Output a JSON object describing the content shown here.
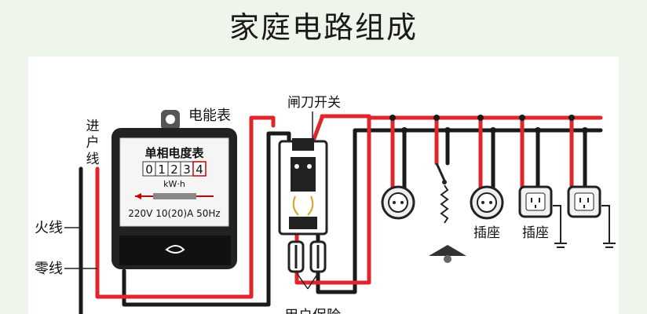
{
  "title": "家庭电路组成",
  "labels": {
    "entry_line": [
      "进",
      "户",
      "线"
    ],
    "live_wire": "火线",
    "neutral_wire": "零线",
    "meter": "电能表",
    "knife_switch": "闸刀开关",
    "socket_1": "插座",
    "socket_2": "插座",
    "user_fuse": "用户保险"
  },
  "meter_panel": {
    "name": "单相电度表",
    "digits": [
      "0",
      "1",
      "2",
      "3",
      "4"
    ],
    "unit": "kW·h",
    "rating": "220V 10(20)A 50Hz"
  },
  "colors": {
    "live": "#e0262a",
    "neutral": "#1a1a1a",
    "panel_bg": "#ffffff",
    "page_bg": "#eef6ec"
  }
}
